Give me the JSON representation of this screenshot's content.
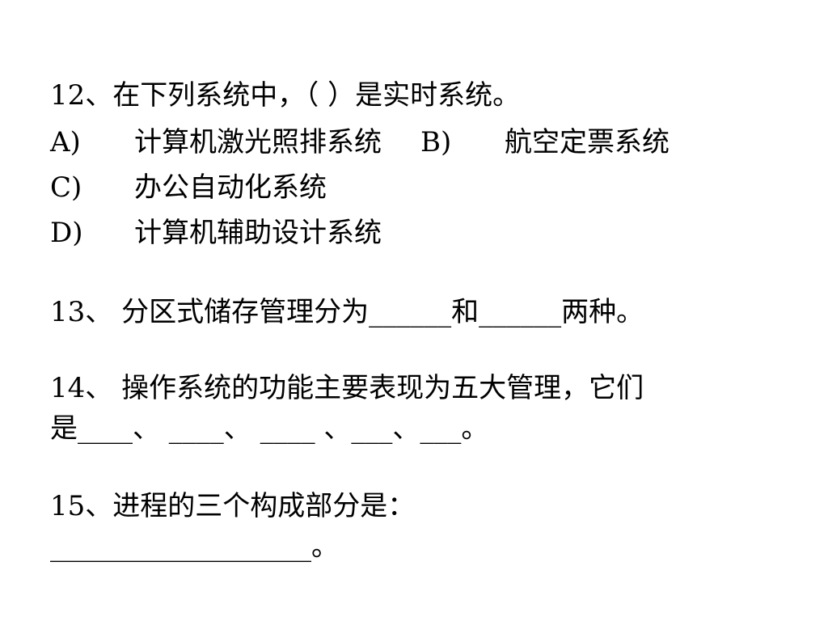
{
  "q12": {
    "stem": "12、在下列系统中，（ ）是实时系统。",
    "options": [
      {
        "letter": "A)",
        "text": "计算机激光照排系统"
      },
      {
        "letter": "B)",
        "text": "航空定票系统"
      },
      {
        "letter": "C)",
        "text": "办公自动化系统"
      },
      {
        "letter": "D)",
        "text": "计算机辅助设计系统"
      }
    ]
  },
  "q13": {
    "text": "13、 分区式储存管理分为______和______两种。"
  },
  "q14": {
    "line1": "14、 操作系统的功能主要表现为五大管理，它们",
    "line2": "是____、 ____、 ____ 、___、___。"
  },
  "q15": {
    "line1": "15、进程的三个构成部分是：",
    "line2": "___________________。"
  }
}
